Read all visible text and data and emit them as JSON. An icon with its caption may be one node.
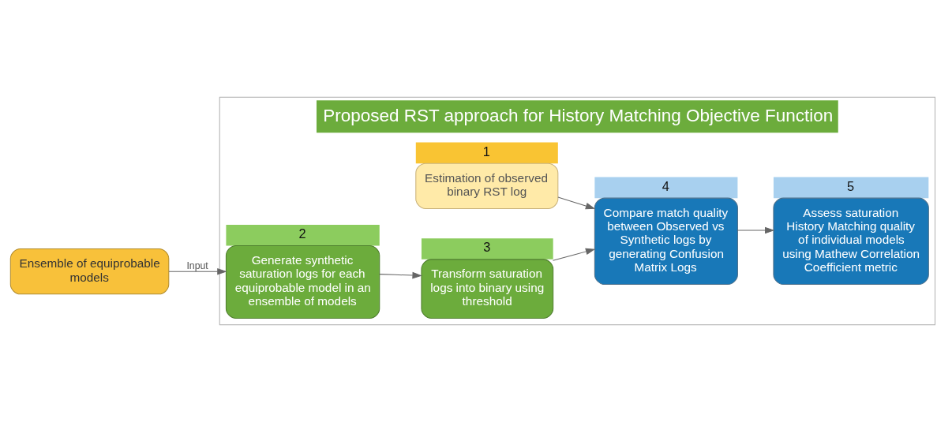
{
  "diagram": {
    "nodes": [
      {
        "text": [
          "Proposed RST approach for History Matching Objective Function"
        ]
      },
      {
        "text": [
          "Estimation of observed binary RST log"
        ],
        "beside": [
          "1"
        ],
        "in": 0
      },
      {
        "text": [
          "Compare match quality between Observed vs Synthetic logs by generating Confusion Matrix Logs"
        ],
        "beside": [
          "4"
        ],
        "in": 0
      },
      {
        "text": [
          "Assess saturation History Matching quality of individual models using Mathew Correlation Coefficient metric"
        ],
        "beside": [
          "5"
        ],
        "in": 0
      },
      {
        "text": [
          "Ensemble of equiprobable models"
        ]
      },
      {
        "text": [
          "Generate synthetic saturation logs for each equiprobable model in an ensemble of models"
        ],
        "beside": [
          "2"
        ],
        "in": 0
      },
      {
        "text": [
          "Transform saturation logs into binary using threshold"
        ],
        "beside": [
          "3"
        ],
        "in": 0
      }
    ],
    "edges": [
      {
        "from": 1,
        "to": 2,
        "arrow": "to"
      },
      {
        "from": 2,
        "to": 3,
        "arrow": "to"
      },
      {
        "from": 4,
        "to": 5,
        "arrow": "to",
        "label": "Input"
      },
      {
        "from": 5,
        "to": 6,
        "arrow": "to"
      },
      {
        "from": 6,
        "to": 2,
        "arrow": "to"
      }
    ]
  }
}
